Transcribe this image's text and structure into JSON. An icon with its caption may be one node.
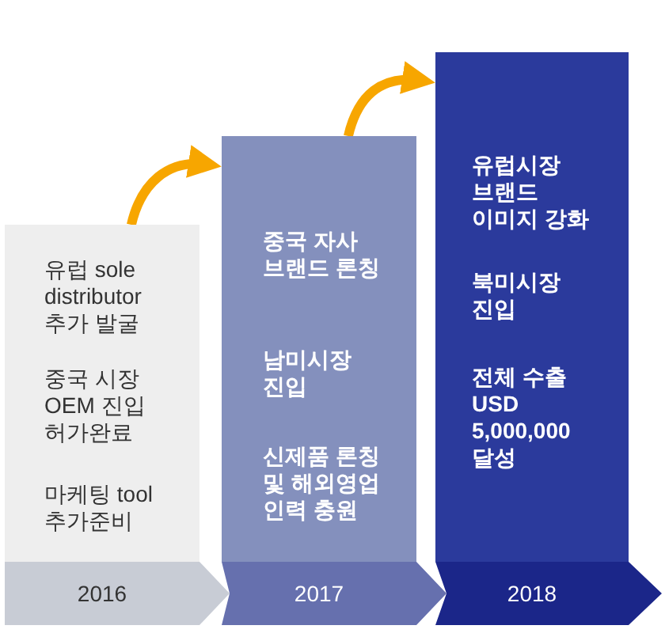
{
  "diagram": {
    "nodes": [
      {
        "text": [
          "유럽 sole distributor 추가 발굴",
          "중국 시장 OEM 진입 허가완료",
          "마케팅 tool 추가준비"
        ]
      },
      {
        "text": [
          "2016"
        ]
      },
      {
        "text": [
          "중국 자사 브랜드 론칭",
          "남미시장 진입",
          "신제품 론칭 및 해외영업 인력 충원"
        ]
      },
      {
        "text": [
          "2017"
        ]
      },
      {
        "text": [
          "유럽시장 브랜드 이미지 강화",
          "북미시장 진입",
          "전체 수출 USD 5,000,000 달성"
        ]
      },
      {
        "text": [
          "2018"
        ]
      }
    ],
    "edges": [
      {
        "from": 0,
        "to": 2,
        "arrow": "to"
      },
      {
        "from": 2,
        "to": 4,
        "arrow": "to"
      }
    ]
  }
}
